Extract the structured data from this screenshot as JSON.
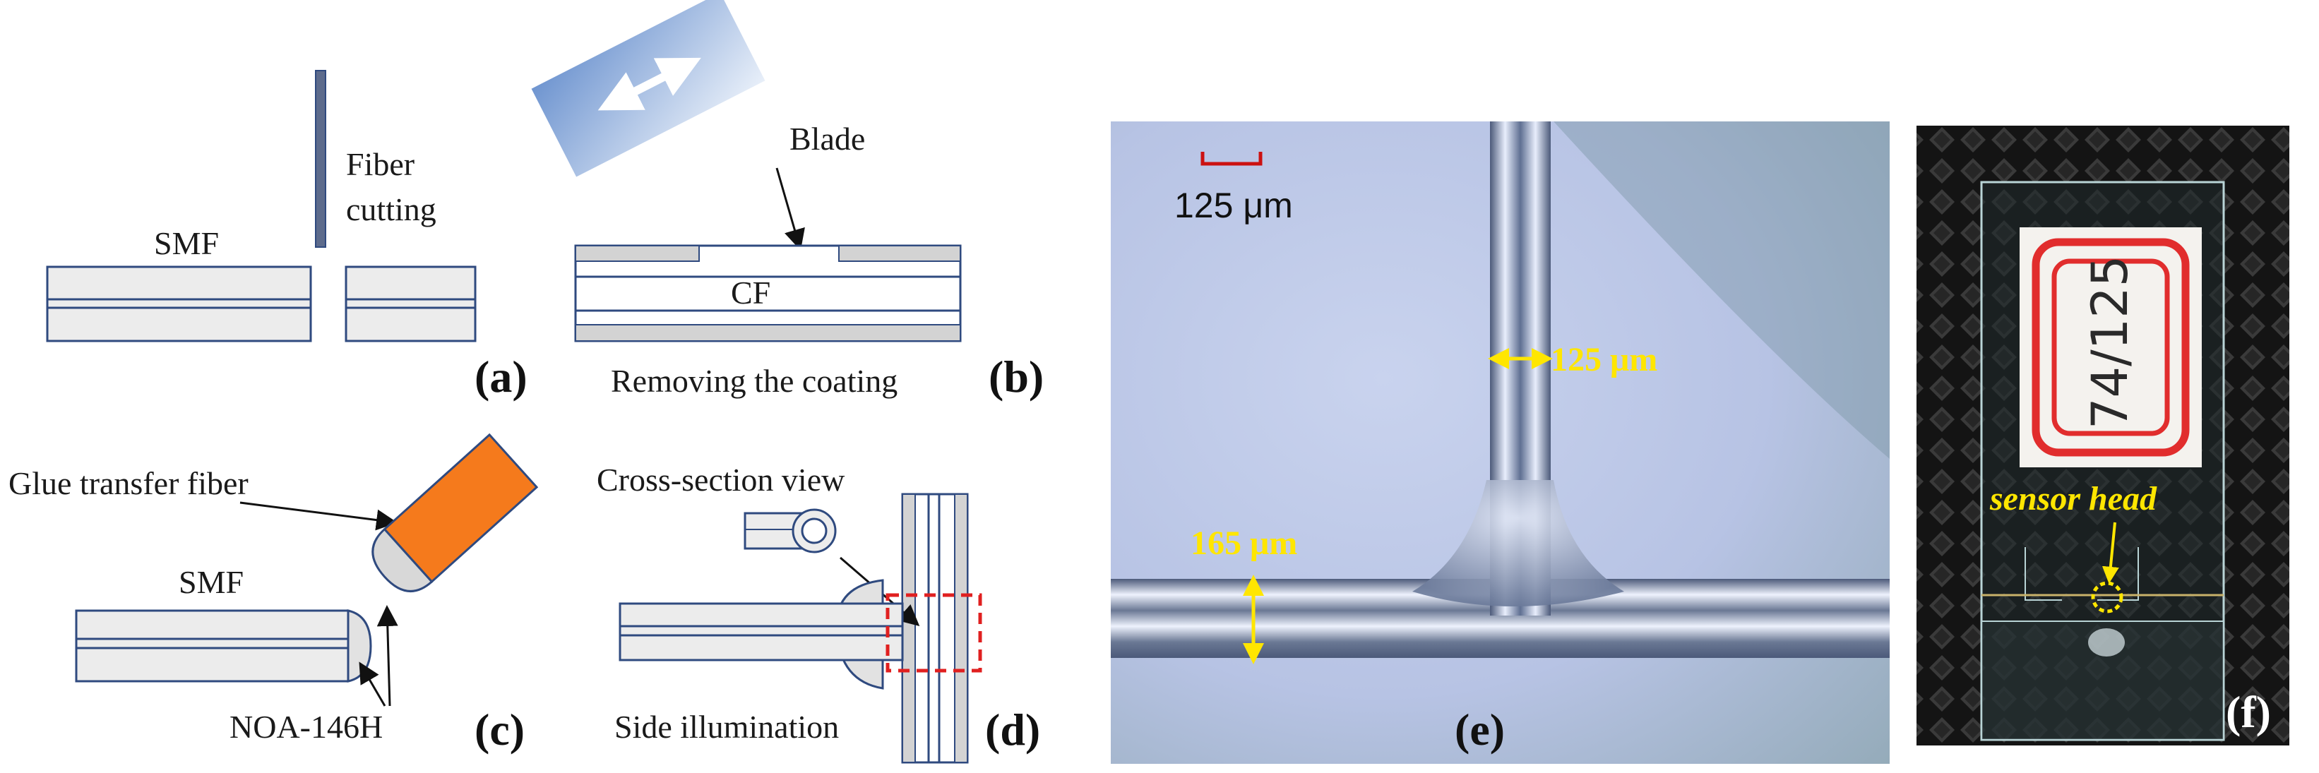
{
  "colors": {
    "fiber_outline": "#2f4a7f",
    "fiber_fill": "#ececec",
    "coating_gray": "#d3d3d3",
    "orange": "#f57a1c",
    "red_box": "#e02020",
    "yellow_annot": "#ffe600"
  },
  "panel_a": {
    "tag": "(a)",
    "smf_label": "SMF",
    "cut_label_line1": "Fiber",
    "cut_label_line2": "cutting"
  },
  "panel_b": {
    "tag": "(b)",
    "blade_label": "Blade",
    "cf_label": "CF",
    "caption": "Removing the coating"
  },
  "panel_c": {
    "tag": "(c)",
    "glue_label": "Glue transfer fiber",
    "smf_label": "SMF",
    "noa_label": "NOA-146H"
  },
  "panel_d": {
    "tag": "(d)",
    "cross_section_label": "Cross-section view",
    "caption": "Side illumination"
  },
  "panel_e": {
    "tag": "(e)",
    "scale_bar": "125 μm",
    "vertical_fiber_width": "125 μm",
    "horizontal_fiber_width": "165 μm"
  },
  "panel_f": {
    "tag": "(f)",
    "handwritten_label": "74/125",
    "sensor_label": "sensor head"
  }
}
